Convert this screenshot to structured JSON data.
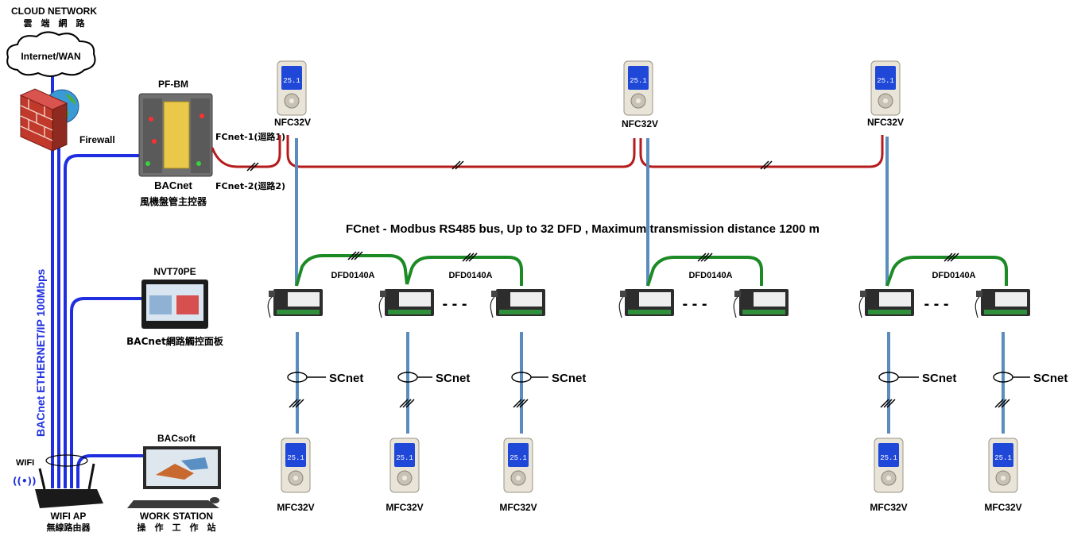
{
  "cloud": {
    "title": "CLOUD NETWORK",
    "subtitle": "雲　端　網　路",
    "label": "Internet/WAN"
  },
  "firewall": {
    "label": "Firewall"
  },
  "controller": {
    "model": "PF-BM",
    "protocol": "BACnet",
    "name": "風機盤管主控器",
    "fcnet1": "FCnet-1(迴路1)",
    "fcnet2": "FCnet-2(迴路2)"
  },
  "touch_panel": {
    "model": "NVT70PE",
    "name": "BACnet網路觸控面板"
  },
  "workstation": {
    "software": "BACsoft",
    "title": "WORK STATION",
    "name": "操　作　工　作　站"
  },
  "wifi_ap": {
    "wifi": "WIFI",
    "title": "WIFI AP",
    "name": "無線路由器"
  },
  "ethernet_label": "BACnet ETHERNET/IP 100Mbps",
  "bus_note": "FCnet - Modbus RS485 bus, Up to 32 DFD , Maximum transmission distance 1200 m",
  "thermostat_top": "NFC32V",
  "thermostat_bottom": "MFC32V",
  "fan_controller": "DFD0140A",
  "scnet": "SCnet",
  "ellipsis": "- - -",
  "thermostat_reading": "25.1",
  "colors": {
    "ethernet": "#1f2fe0",
    "fcnet": "#b51b1b",
    "daisy": "#1c8a25",
    "scnet": "#5a8dbd"
  }
}
